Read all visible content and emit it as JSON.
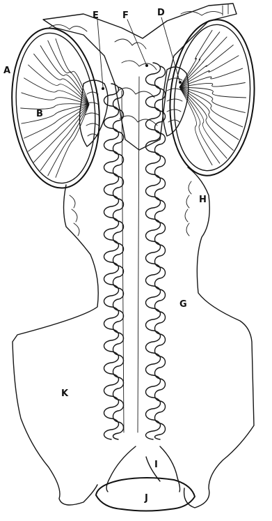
{
  "labels": {
    "A": "A",
    "B": "B",
    "D": "D",
    "E": "E",
    "F": "F",
    "G": "G",
    "H": "H",
    "I": "I",
    "J": "J",
    "K": "K"
  },
  "colors": {
    "ink": "#151515",
    "paper": "#ffffff"
  }
}
